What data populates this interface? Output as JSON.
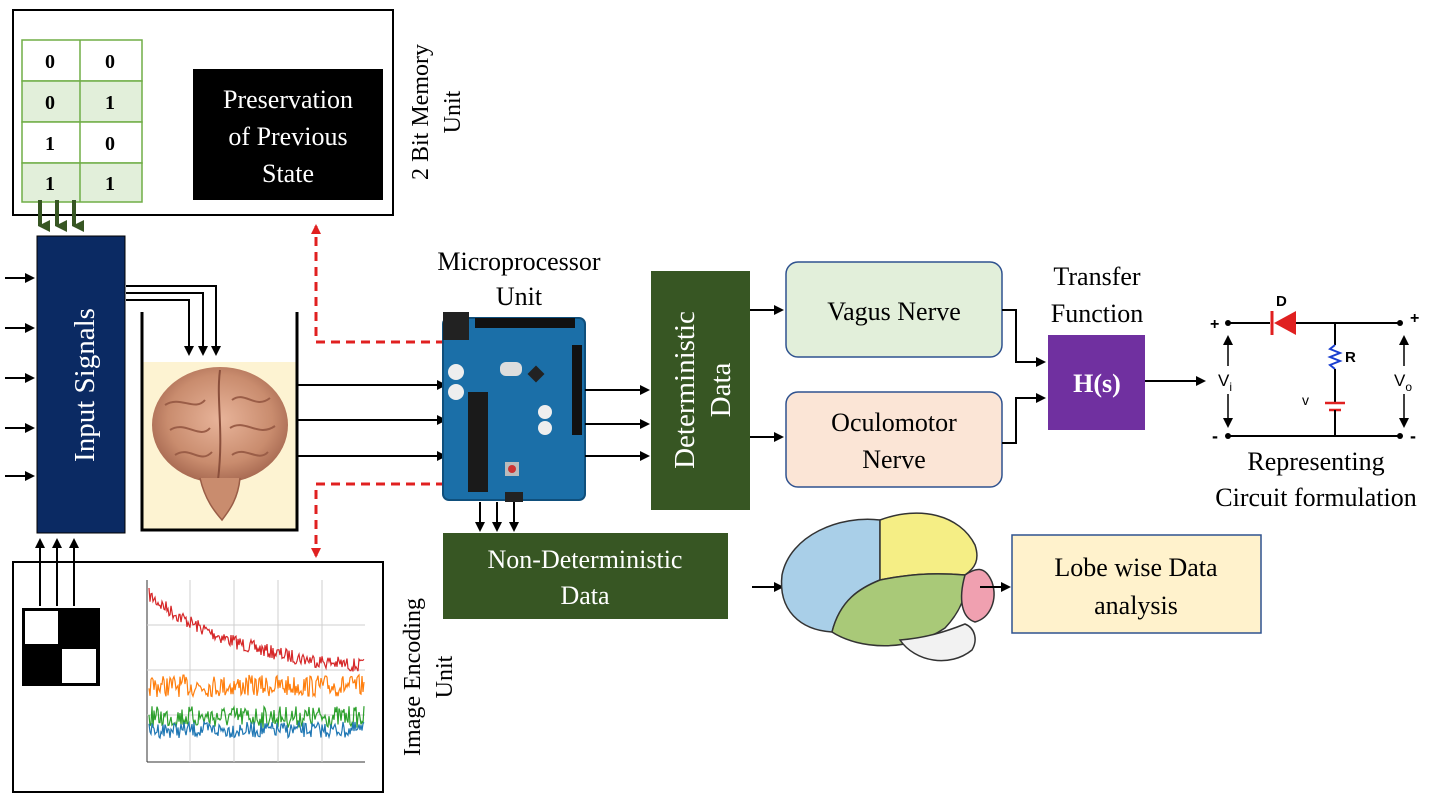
{
  "memory_unit": {
    "table": [
      [
        "0",
        "0"
      ],
      [
        "0",
        "1"
      ],
      [
        "1",
        "0"
      ],
      [
        "1",
        "1"
      ]
    ],
    "preservation_lines": [
      "Preservation",
      "of Previous",
      "State"
    ],
    "side_label_lines": [
      "2 Bit Memory",
      "Unit"
    ]
  },
  "input_signals": {
    "label": "Input Signals"
  },
  "image_encoding_unit": {
    "side_label_lines": [
      "Image Encoding",
      "Unit"
    ]
  },
  "microprocessor": {
    "title_lines": [
      "Microprocessor",
      "Unit"
    ]
  },
  "deterministic": {
    "label_lines": [
      "Deterministic",
      "Data"
    ]
  },
  "non_deterministic": {
    "label_lines": [
      "Non-Deterministic",
      "Data"
    ]
  },
  "vagus": {
    "label": "Vagus Nerve"
  },
  "oculomotor": {
    "label_lines": [
      "Oculomotor",
      "Nerve"
    ]
  },
  "transfer_function": {
    "title_lines": [
      "Transfer",
      "Function"
    ],
    "label": "H(s)"
  },
  "circuit": {
    "caption_lines": [
      "Representing",
      "Circuit formulation"
    ],
    "labels": {
      "diode": "D",
      "resistor": "R",
      "vi": "V",
      "vi_sub": "i",
      "vo": "V",
      "vo_sub": "o",
      "v": "v",
      "plus": "+",
      "minus": "-"
    }
  },
  "lobe_analysis": {
    "label_lines": [
      "Lobe wise Data",
      "analysis"
    ]
  },
  "colors": {
    "navy": "#0b2a63",
    "dark_green": "#375623",
    "purple": "#7030a0",
    "vagus_fill": "#e2efda",
    "oculomotor_fill": "#fbe5d6",
    "lobe_fill": "#fff2cc",
    "red_dashed": "#e02020"
  }
}
